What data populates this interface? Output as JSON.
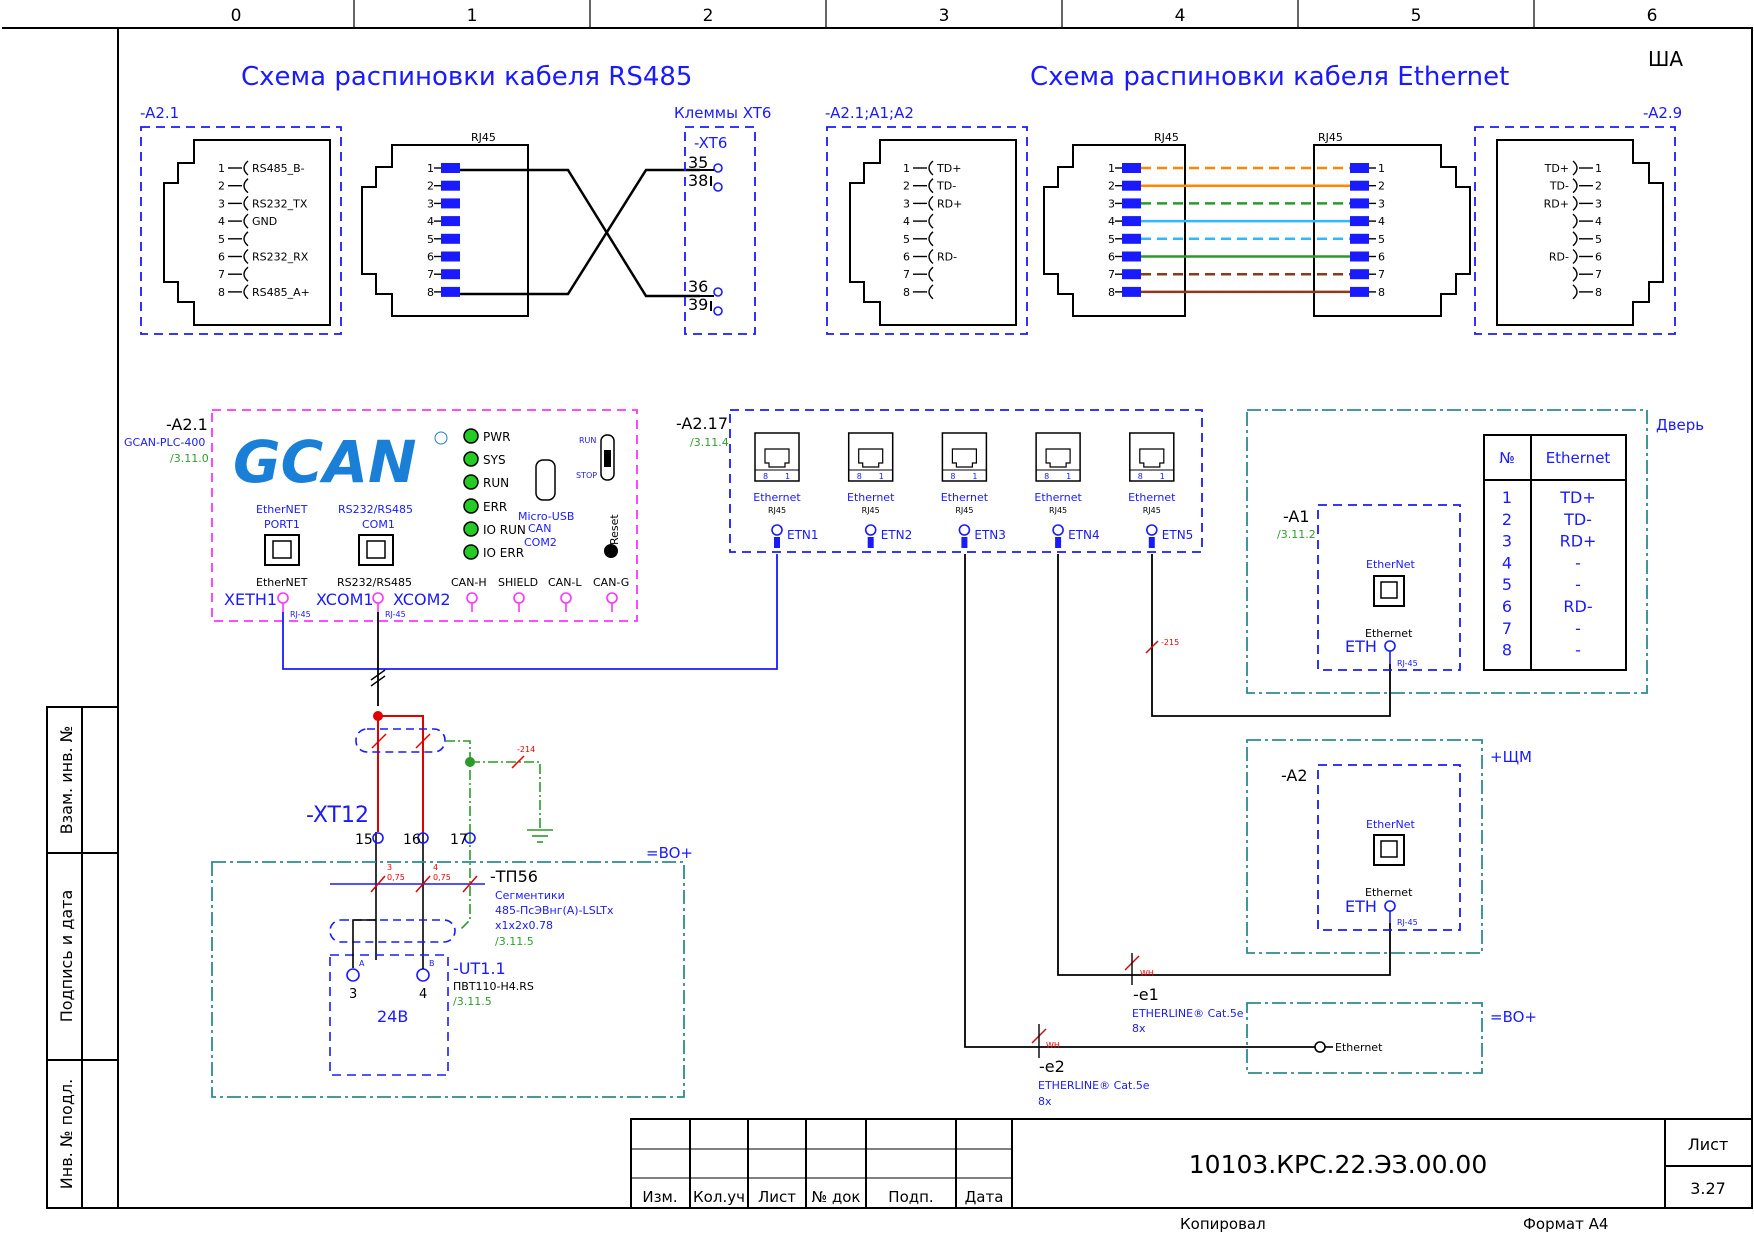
{
  "colors": {
    "blue": "#1a1aff",
    "magenta": "#ff33ff",
    "teal": "#2e8b8b",
    "red": "#e00000",
    "green": "#2a9a2a",
    "brown": "#8b3a1a",
    "orange": "#ff8800",
    "lightblue": "#33b5ff",
    "gcan": "#1a7fd6"
  },
  "frame": {
    "columns": [
      "0",
      "1",
      "2",
      "3",
      "4",
      "5",
      "6"
    ],
    "sheet_code": "ША"
  },
  "rs485": {
    "title": "Схема распиновки кабеля RS485",
    "left_ref": "-A2.1",
    "left_pins": [
      {
        "n": "1",
        "label": "RS485_B-"
      },
      {
        "n": "2",
        "label": ""
      },
      {
        "n": "3",
        "label": "RS232_TX"
      },
      {
        "n": "4",
        "label": "GND"
      },
      {
        "n": "5",
        "label": ""
      },
      {
        "n": "6",
        "label": "RS232_RX"
      },
      {
        "n": "7",
        "label": ""
      },
      {
        "n": "8",
        "label": "RS485_A+"
      }
    ],
    "rj45": "RJ45",
    "mid_pins": [
      "1",
      "2",
      "3",
      "4",
      "5",
      "6",
      "7",
      "8"
    ],
    "terminals_title": "Клеммы XT6",
    "terminals_ref": "-XT6",
    "terminals": [
      "35",
      "38",
      "36",
      "39"
    ]
  },
  "ethernet": {
    "title": "Схема распиновки кабеля Ethernet",
    "left_ref": "-A2.1;A1;A2",
    "right_ref": "-A2.9",
    "left_pins": [
      {
        "n": "1",
        "label": "TD+"
      },
      {
        "n": "2",
        "label": "TD-"
      },
      {
        "n": "3",
        "label": "RD+"
      },
      {
        "n": "4",
        "label": ""
      },
      {
        "n": "5",
        "label": ""
      },
      {
        "n": "6",
        "label": "RD-"
      },
      {
        "n": "7",
        "label": ""
      },
      {
        "n": "8",
        "label": ""
      }
    ],
    "right_pins": [
      {
        "n": "1",
        "label": "TD+"
      },
      {
        "n": "2",
        "label": "TD-"
      },
      {
        "n": "3",
        "label": "RD+"
      },
      {
        "n": "4",
        "label": ""
      },
      {
        "n": "5",
        "label": ""
      },
      {
        "n": "6",
        "label": "RD-"
      },
      {
        "n": "7",
        "label": ""
      },
      {
        "n": "8",
        "label": ""
      }
    ],
    "rj45_left": "RJ45",
    "rj45_right": "RJ45",
    "pins": [
      "1",
      "2",
      "3",
      "4",
      "5",
      "6",
      "7",
      "8"
    ]
  },
  "plc": {
    "ref": "-A2.1",
    "model": "GCAN-PLC-400",
    "xref": "/3.11.0",
    "logo": "GCAN",
    "leds": [
      "PWR",
      "SYS",
      "RUN",
      "ERR",
      "IO RUN",
      "IO ERR"
    ],
    "micro_usb": "Micro-USB",
    "run": "RUN",
    "stop": "STOP",
    "reset": "Reset",
    "port1_a": "EtherNET",
    "port1_b": "PORT1",
    "com1_a": "RS232/RS485",
    "com1_b": "COM1",
    "can_a": "CAN",
    "can_b": "COM2",
    "bottom_labels": [
      "EtherNET",
      "RS232/RS485",
      "CAN-H",
      "SHIELD",
      "CAN-L",
      "CAN-G"
    ],
    "xeth1": "XETH1",
    "xcom1": "XCOM1",
    "xcom2": "XCOM2",
    "rj45a": "RJ-45",
    "rj45b": "RJ-45"
  },
  "switch": {
    "ref": "-A2.17",
    "xref": "/3.11.4",
    "port_label": "Ethernet",
    "port_sub": "RJ45",
    "port_8": "8",
    "port_1": "1",
    "ports": [
      "ETN1",
      "ETN2",
      "ETN3",
      "ETN4",
      "ETN5"
    ]
  },
  "door": {
    "title": "Дверь",
    "ref": "-A1",
    "xref": "/3.11.2",
    "ethernet": "EtherNet",
    "eth_sub": "Ethernet",
    "eth": "ETH",
    "rj45": "RJ-45",
    "table": {
      "headers": [
        "№",
        "Ethernet"
      ],
      "rows": [
        [
          "1",
          "TD+"
        ],
        [
          "2",
          "TD-"
        ],
        [
          "3",
          "RD+"
        ],
        [
          "4",
          "-"
        ],
        [
          "5",
          "-"
        ],
        [
          "6",
          "RD-"
        ],
        [
          "7",
          "-"
        ],
        [
          "8",
          "-"
        ]
      ]
    }
  },
  "shm": {
    "title": "+ЩМ",
    "ref": "-A2",
    "ethernet": "EtherNet",
    "eth_sub": "Ethernet",
    "eth": "ETH",
    "rj45": "RJ-45"
  },
  "bo_right": {
    "title": "=BO+",
    "ethernet": "Ethernet"
  },
  "cables": {
    "w215": "-215",
    "w214": "-214",
    "e1": "-e1",
    "e1_type": "ETHERLINE® Cat.5e",
    "e1_count": "8x",
    "e2": "-e2",
    "e2_type": "ETHERLINE® Cat.5e",
    "e2_count": "8x",
    "wh": "WH"
  },
  "xt12": {
    "ref": "-XT12",
    "terminals": [
      "15",
      "16",
      "17"
    ]
  },
  "bo_left": {
    "title": "=BO+",
    "cable_ref": "-ТП56",
    "cable_l1": "Сегментики",
    "cable_l2": "485-ПсЭВнг(А)-LSLTx",
    "cable_l3": "x1x2x0.78",
    "cable_xref": "/3.11.5",
    "wire3": "3",
    "wire3_sz": "0,75",
    "wire4": "4",
    "wire4_sz": "0,75",
    "ut_ref": "-UT1.1",
    "ut_model": "ПВТ110-Н4.RS",
    "ut_xref": "/3.11.5",
    "a": "A",
    "b": "B",
    "t3": "3",
    "t4": "4",
    "v24": "24В"
  },
  "side": {
    "l1": "Взам. инв. №",
    "l2": "Подпись и дата",
    "l3": "Инв. № подл."
  },
  "title_block": {
    "cols": [
      "Изм.",
      "Кол.уч",
      "Лист",
      "№ док",
      "Подп.",
      "Дата"
    ],
    "code": "10103.КРС.22.ЭЗ.00.00",
    "sheet_label": "Лист",
    "sheet": "3.27",
    "copied": "Копировал",
    "format": "Формат  A4"
  }
}
